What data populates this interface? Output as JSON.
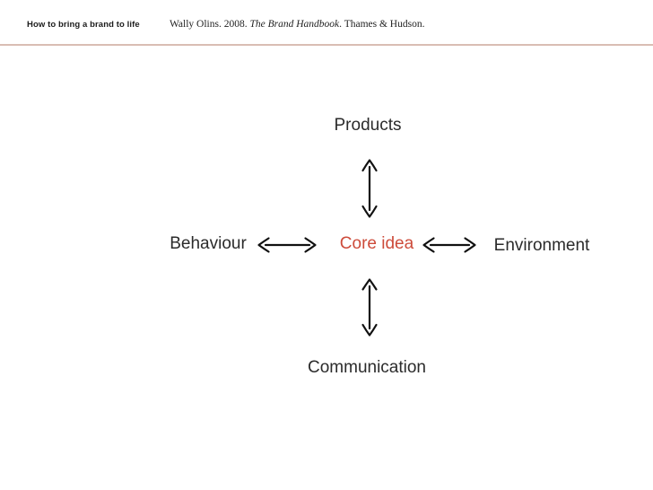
{
  "header": {
    "title": "How to bring a brand to life",
    "citation_prefix": "Wally Olins. 2008. ",
    "citation_book": "The Brand Handbook",
    "citation_suffix": ". Thames & Hudson."
  },
  "diagram": {
    "center": "Core idea",
    "top": "Products",
    "bottom": "Communication",
    "left": "Behaviour",
    "right": "Environment",
    "relations": [
      "Core idea <-> Products",
      "Core idea <-> Communication",
      "Core idea <-> Behaviour",
      "Core idea <-> Environment"
    ]
  },
  "colors": {
    "accent_red": "#cd4b3a",
    "divider_line": "#d9bdb3",
    "label_text": "#2b2b2b",
    "arrow_stroke": "#111111",
    "background": "#ffffff"
  }
}
